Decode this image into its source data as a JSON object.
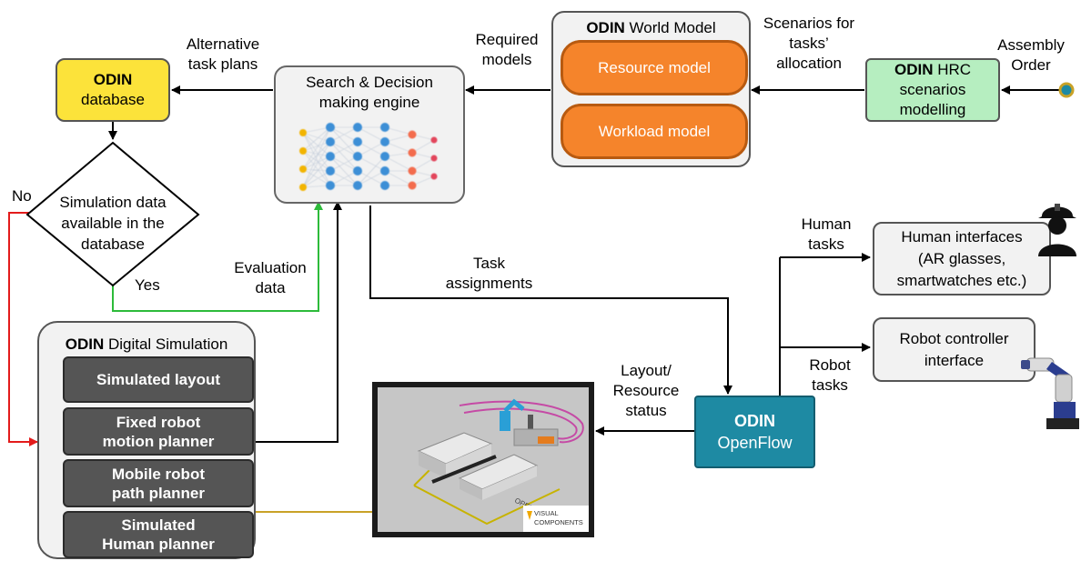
{
  "labels": {
    "alternative_plans": [
      "Alternative",
      "task plans"
    ],
    "required_models": [
      "Required",
      "models"
    ],
    "scenarios": [
      "Scenarios for",
      "tasks’",
      "allocation"
    ],
    "assembly_order": [
      "Assembly",
      "Order"
    ],
    "no": "No",
    "yes": "Yes",
    "evaluation_data": [
      "Evaluation",
      "data"
    ],
    "task_assignments": [
      "Task",
      "assignments"
    ],
    "human_tasks": [
      "Human",
      "tasks"
    ],
    "robot_tasks": [
      "Robot",
      "tasks"
    ],
    "layout_status": [
      "Layout/",
      "Resource",
      "status"
    ]
  },
  "odin_database": {
    "brand": "ODIN",
    "subtitle": "database",
    "color": "#fce33a"
  },
  "decision_engine": {
    "title": [
      "Search & Decision",
      "making engine"
    ]
  },
  "world_model": {
    "brand": "ODIN",
    "title": " World Model",
    "models": [
      "Resource model",
      "Workload model"
    ],
    "color": "#f5842b"
  },
  "hrc": {
    "brand": "ODIN",
    "title": [
      " HRC",
      "scenarios",
      "modelling"
    ],
    "color": "#b6eec0"
  },
  "decision_diamond": {
    "text": [
      "Simulation data",
      "available in the",
      "database"
    ]
  },
  "digital_simulation": {
    "brand": "ODIN",
    "title": " Digital Simulation",
    "modules": [
      [
        "Simulated layout"
      ],
      [
        "Fixed robot",
        "motion planner"
      ],
      [
        "Mobile robot",
        "path planner"
      ],
      [
        "Simulated",
        "Human planner"
      ]
    ]
  },
  "openflow": {
    "brand": "ODIN",
    "subtitle": "OpenFlow",
    "color": "#1e8aa3"
  },
  "human_interfaces": {
    "text": [
      "Human interfaces",
      "(AR glasses,",
      "smartwatches etc.)"
    ]
  },
  "robot_interface": {
    "text": [
      "Robot controller",
      "interface"
    ]
  },
  "visual_components": {
    "logo": [
      "VISUAL",
      "COMPONENTS"
    ],
    "floor_text": "OPERATION 1"
  },
  "colors": {
    "no_path": "#e31b1b",
    "yes_path": "#2dbb3a",
    "link": "#c9a227",
    "node": "#1e8aa3"
  }
}
